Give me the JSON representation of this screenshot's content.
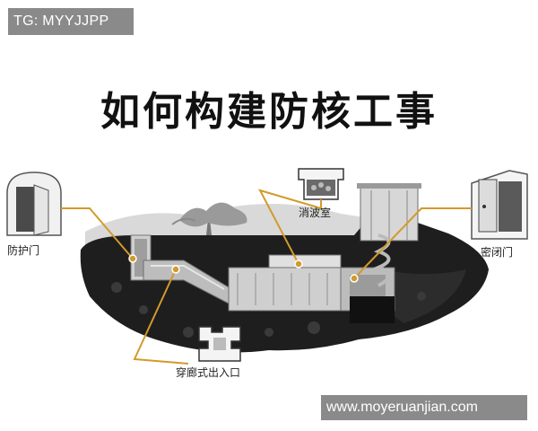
{
  "watermark": {
    "tag": "TG: MYYJJPP",
    "site": "www.moyeruanjian.com"
  },
  "title": "如何构建防核工事",
  "labels": {
    "protective_door": "防护门",
    "wave_chamber": "消波室",
    "sealed_door": "密闭门",
    "entrance": "穿廊式出入口"
  },
  "colors": {
    "callout": "#d29a2c",
    "ground": "#1e1e1e",
    "structure": "#c8c8c8"
  }
}
